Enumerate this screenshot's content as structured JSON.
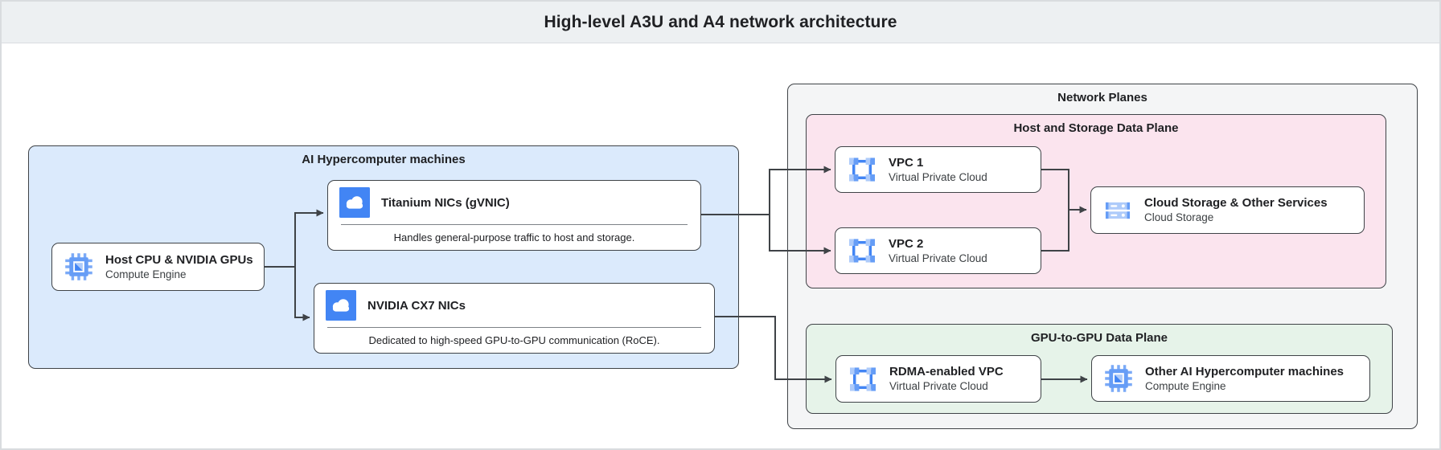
{
  "header": {
    "title": "High-level A3U and A4 network architecture"
  },
  "groups": {
    "ai_machines": {
      "label": "AI Hypercomputer machines"
    },
    "network_planes": {
      "label": "Network Planes"
    },
    "host_storage_plane": {
      "label": "Host and Storage Data Plane"
    },
    "gpu_plane": {
      "label": "GPU-to-GPU Data Plane"
    }
  },
  "cards": {
    "host_cpu": {
      "title": "Host CPU & NVIDIA GPUs",
      "subtitle": "Compute Engine",
      "icon": "compute-engine-icon"
    },
    "titanium_nics": {
      "title": "Titanium NICs (gVNIC)",
      "description": "Handles general-purpose traffic to host and storage.",
      "icon": "gvnic-cloud-icon"
    },
    "cx7_nics": {
      "title": "NVIDIA CX7 NICs",
      "description": "Dedicated to high-speed GPU-to-GPU communication (RoCE).",
      "icon": "gvnic-cloud-icon"
    },
    "vpc1": {
      "title": "VPC 1",
      "subtitle": "Virtual Private Cloud",
      "icon": "vpc-icon"
    },
    "vpc2": {
      "title": "VPC 2",
      "subtitle": "Virtual Private Cloud",
      "icon": "vpc-icon"
    },
    "cloud_storage": {
      "title": "Cloud Storage & Other Services",
      "subtitle": "Cloud Storage",
      "icon": "cloud-storage-icon"
    },
    "rdma_vpc": {
      "title": "RDMA-enabled VPC",
      "subtitle": "Virtual Private Cloud",
      "icon": "vpc-icon"
    },
    "other_machines": {
      "title": "Other AI Hypercomputer machines",
      "subtitle": "Compute Engine",
      "icon": "compute-engine-icon"
    }
  },
  "colors": {
    "outline": "#3f4347",
    "blue_group": "#dbeafc",
    "pink_group": "#fbe4ee",
    "green_group": "#e6f3e9",
    "gray_group": "#f4f5f6",
    "header_bg": "#edf0f2",
    "icon_blue": "#4285f4",
    "icon_blue_mid": "#669df6",
    "icon_blue_light": "#aecbfa"
  }
}
